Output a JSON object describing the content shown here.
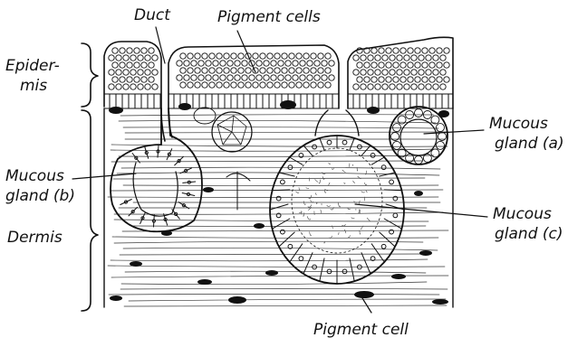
{
  "labels": {
    "duct": "Duct",
    "pigment_cells": "Pigment cells",
    "epidermis_line1": "Epider-",
    "epidermis_line2": "mis",
    "mucous_a_line1": "Mucous",
    "mucous_a_line2": "gland (a)",
    "mucous_b_line1": "Mucous",
    "mucous_b_line2": "gland (b)",
    "mucous_c_line1": "Mucous",
    "mucous_c_line2": "gland (c)",
    "dermis": "Dermis",
    "pigment_cell": "Pigment cell"
  }
}
